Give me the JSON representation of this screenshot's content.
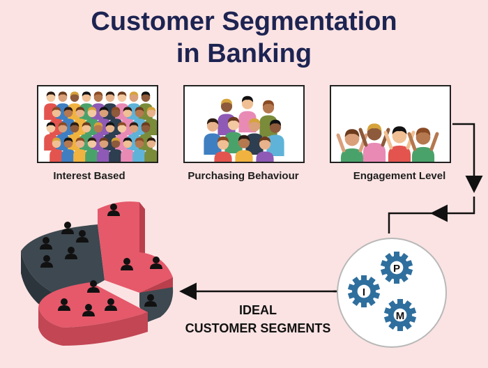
{
  "title": {
    "line1": "Customer Segmentation",
    "line2": "in Banking"
  },
  "segments": [
    {
      "label": "Interest Based"
    },
    {
      "label": "Purchasing Behaviour"
    },
    {
      "label": "Engagement Level"
    }
  ],
  "gears": {
    "p": "P",
    "i": "I",
    "m": "M"
  },
  "result": {
    "line1": "IDEAL",
    "line2": "CUSTOMER SEGMENTS"
  },
  "colors": {
    "title": "#1d2452",
    "background": "#fbe3e3",
    "pie_dark": "#3a454d",
    "pie_red": "#e5596a",
    "gear": "#2f6f9e"
  }
}
